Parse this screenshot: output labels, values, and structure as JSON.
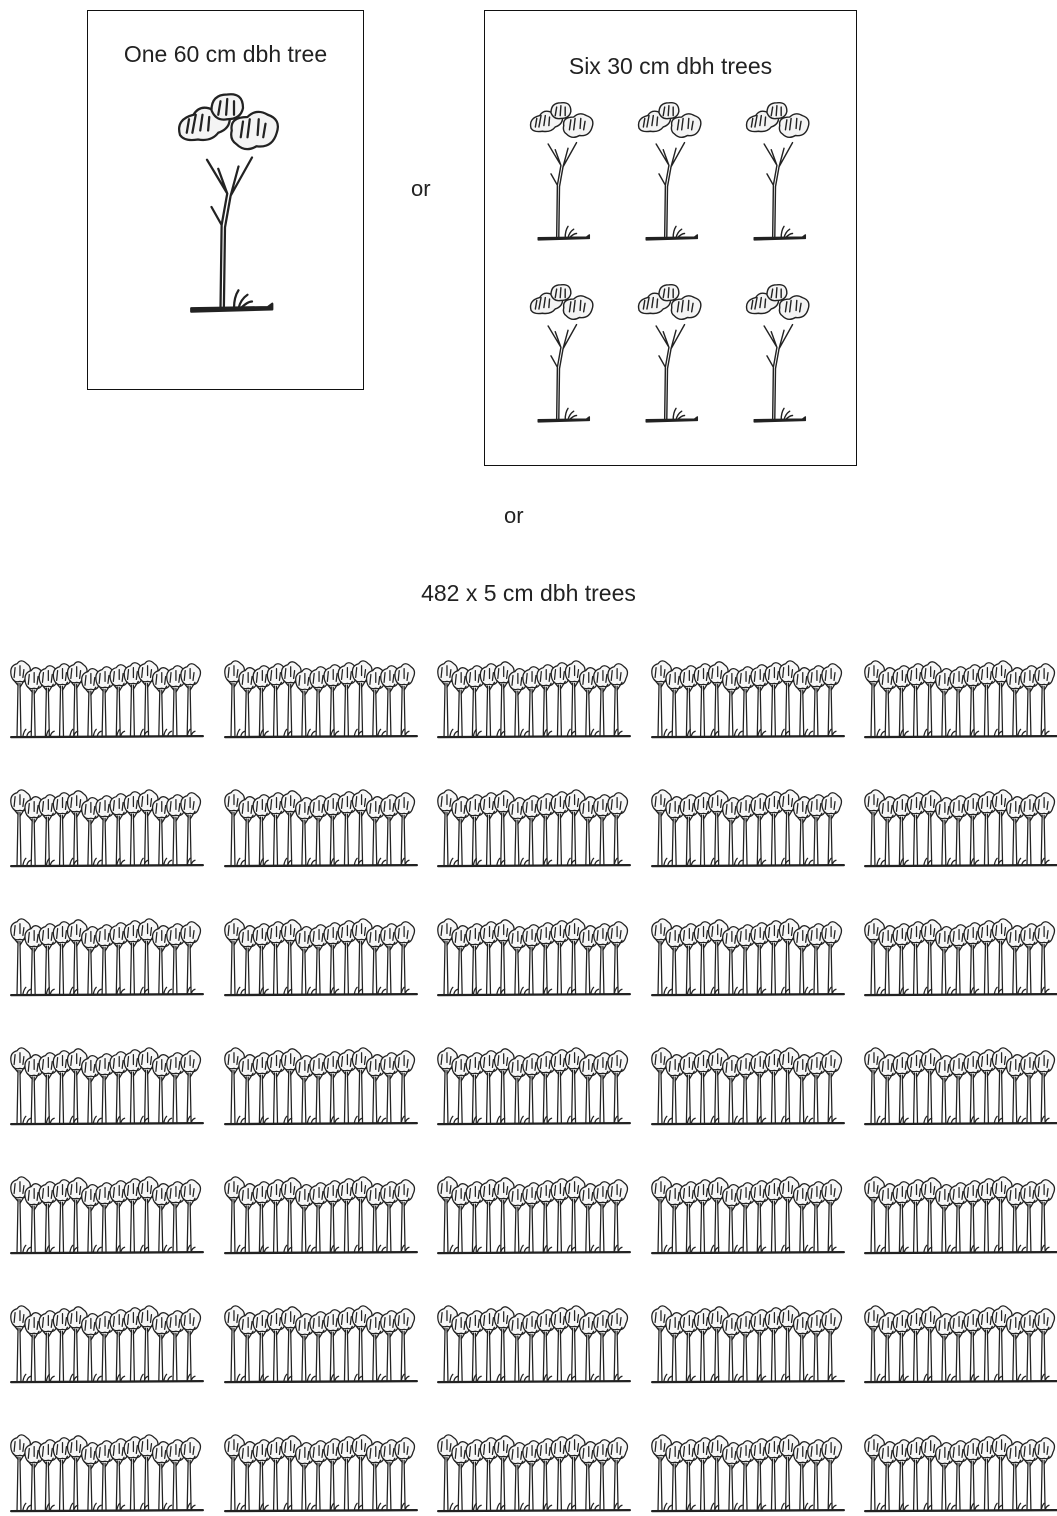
{
  "panels": {
    "single": {
      "title": "One 60 cm dbh tree",
      "tree_count": 1,
      "dbh_cm": 60
    },
    "six": {
      "title": "Six 30 cm dbh trees",
      "tree_count": 6,
      "dbh_cm": 30
    }
  },
  "separators": {
    "first": "or",
    "second": "or"
  },
  "forest": {
    "title": "482 x 5 cm dbh trees",
    "tree_count": 482,
    "dbh_cm": 5,
    "grid_rows": 7,
    "grid_cols": 5
  },
  "colors": {
    "ink": "#222222",
    "background": "#ffffff"
  },
  "icons": {
    "tree": "tree-icon",
    "grove": "grove-icon"
  }
}
